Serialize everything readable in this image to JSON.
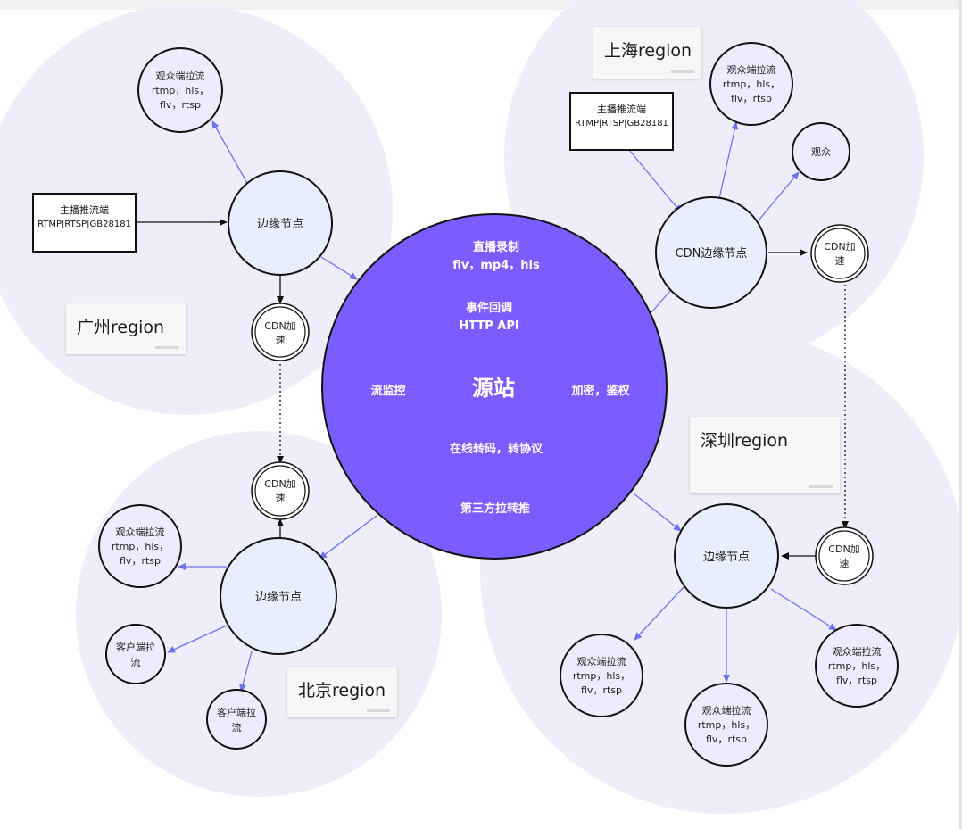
{
  "regions": {
    "guangzhou": "广州region",
    "shanghai": "上海region",
    "shenzhen": "深圳region",
    "beijing": "北京region"
  },
  "origin": {
    "title": "源站",
    "record": [
      "直播录制",
      "flv，mp4，hls"
    ],
    "callback": [
      "事件回调",
      "HTTP API"
    ],
    "monitor": "流监控",
    "auth": "加密，鉴权",
    "transcode": "在线转码，转协议",
    "relay": "第三方拉转推"
  },
  "nodes": {
    "edge": "边缘节点",
    "cdn_edge": "CDN边缘节点",
    "cdn_accel": [
      "CDN加",
      "速"
    ],
    "viewer_pull": [
      "观众端拉流",
      "rtmp，hls，",
      "flv，rtsp"
    ],
    "viewer": "观众",
    "client_pull": [
      "客户端拉",
      "流"
    ]
  },
  "pushers": {
    "title": "主播推流端",
    "protocols": "RTMP|RTSP|GB28181"
  },
  "colors": {
    "origin_fill": "#7b5cff",
    "region_fill": "#efedf9",
    "edge_fill": "#e8eefd",
    "viewer_fill": "#efeafe",
    "arrow_blue": "#6b73f0",
    "arrow_black": "#111111"
  }
}
